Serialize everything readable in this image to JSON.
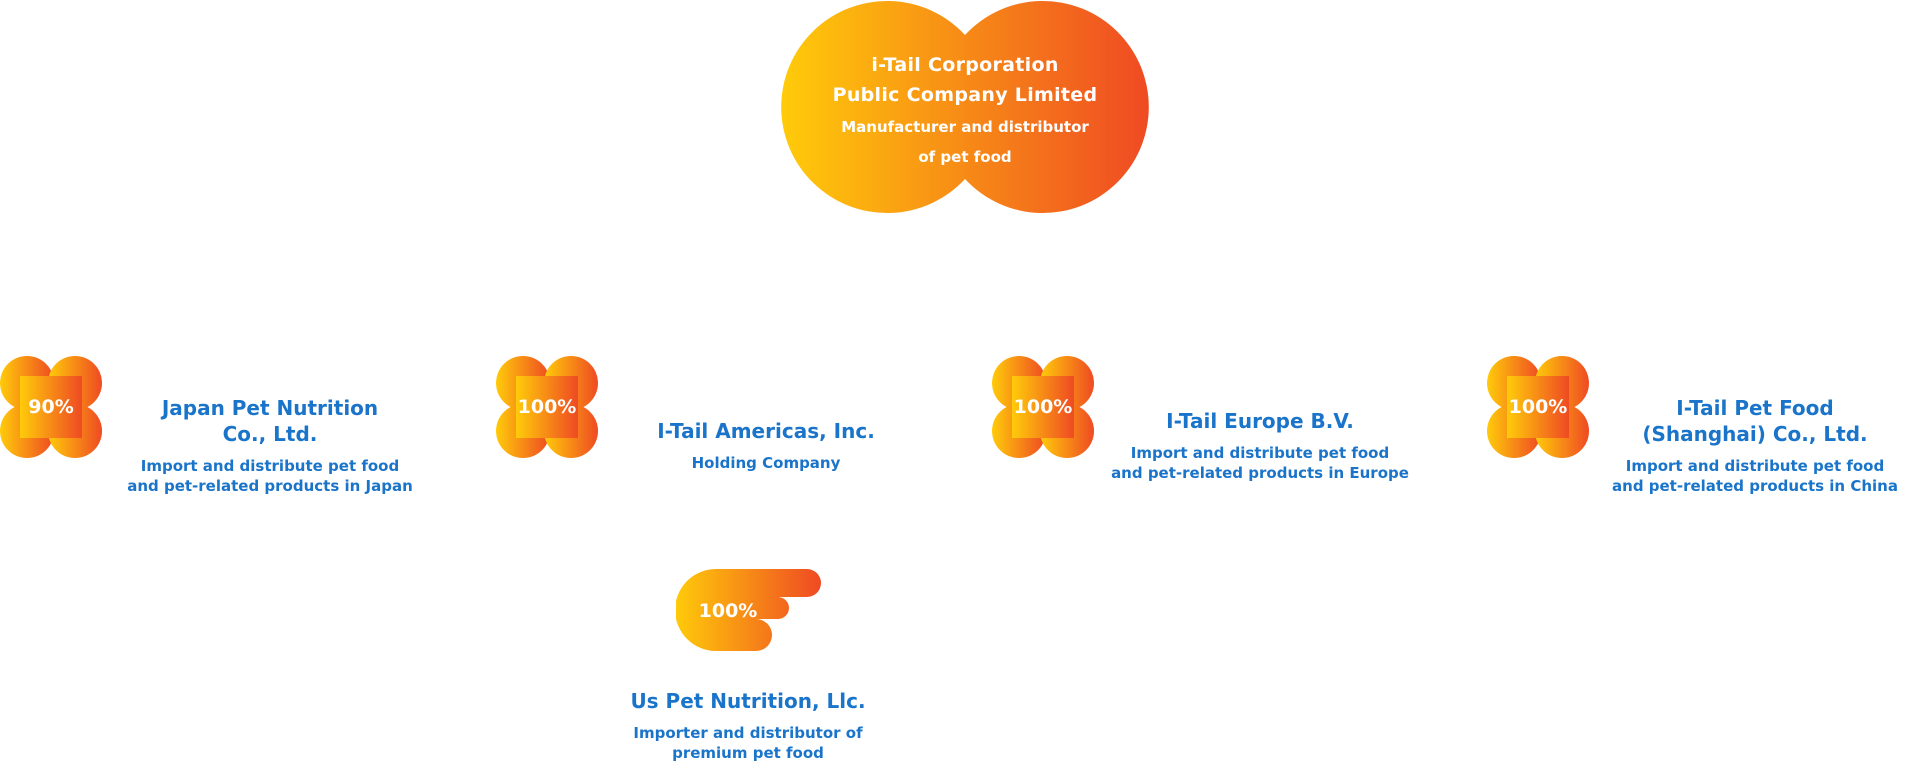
{
  "colors": {
    "gradient_start": "#FFCB0A",
    "gradient_end": "#EF4A23",
    "text_blue": "#1A74C9",
    "text_white": "#FFFFFF"
  },
  "parent": {
    "name_line1": "i-Tail Corporation",
    "name_line2": "Public Company Limited",
    "desc_line1": "Manufacturer and distributor",
    "desc_line2": "of pet food"
  },
  "subsidiaries": [
    {
      "share": "90%",
      "name": "Japan Pet Nutrition\nCo., Ltd.",
      "desc": "Import and distribute pet food\nand pet-related products in Japan"
    },
    {
      "share": "100%",
      "name": "I-Tail Americas, Inc.",
      "desc": "Holding Company"
    },
    {
      "share": "100%",
      "name": "I-Tail Europe B.V.",
      "desc": "Import and distribute pet food\nand pet-related products in Europe"
    },
    {
      "share": "100%",
      "name": "I-Tail Pet Food\n(Shanghai) Co., Ltd.",
      "desc": "Import and distribute pet food\nand pet-related products in China"
    }
  ],
  "sub_subsidiary": {
    "share": "100%",
    "name": "Us Pet Nutrition, Llc.",
    "desc": "Importer and distributor of\npremium pet food"
  }
}
